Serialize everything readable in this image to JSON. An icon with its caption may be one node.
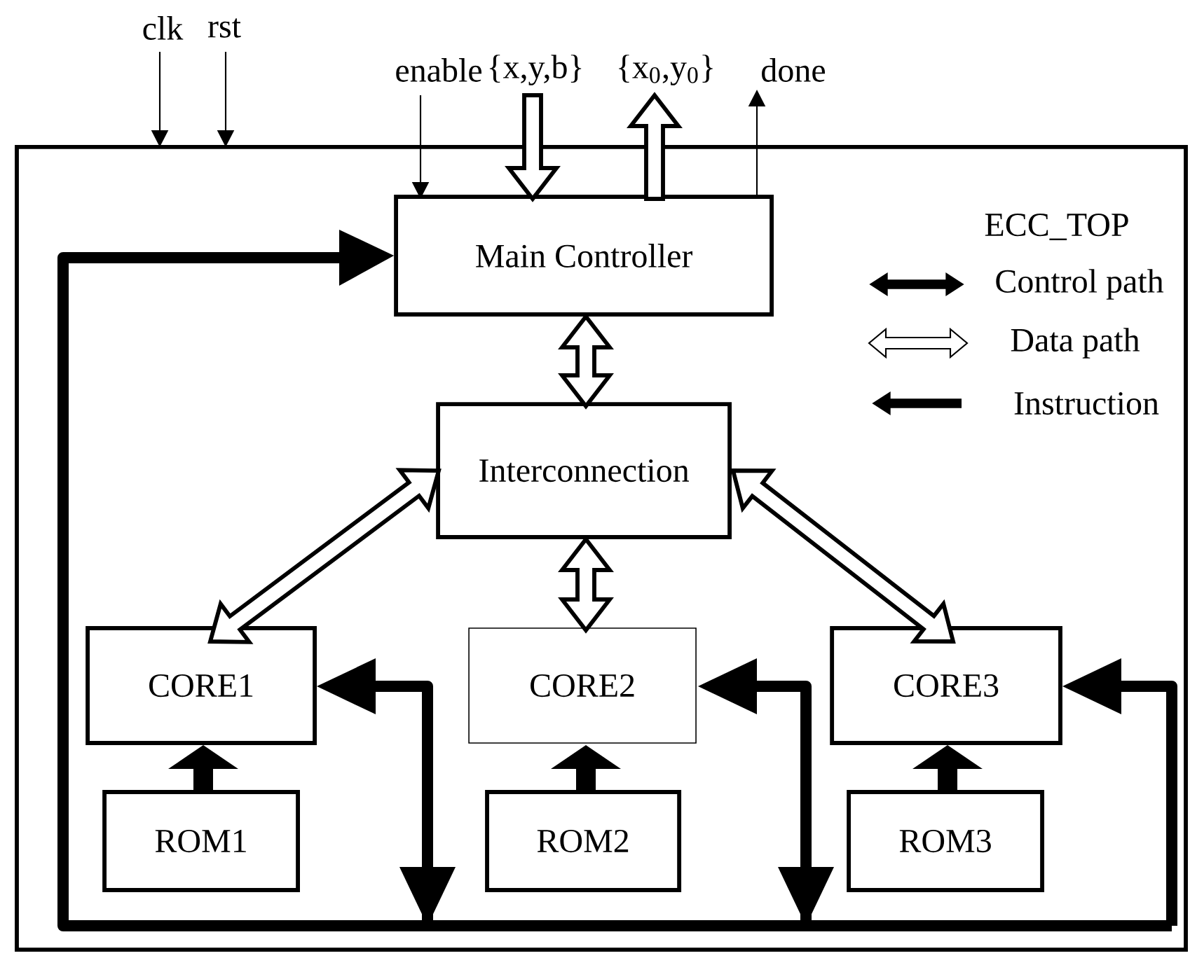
{
  "diagram": {
    "nodes": [
      {
        "text": [
          "ECC_TOP"
        ]
      },
      {
        "text": [
          "Main Controller"
        ],
        "in": 0
      },
      {
        "text": [
          "Interconnection"
        ],
        "in": 0
      },
      {
        "text": [
          "CORE1"
        ],
        "in": 0
      },
      {
        "text": [
          "CORE2"
        ],
        "in": 0
      },
      {
        "text": [
          "CORE3"
        ],
        "in": 0
      },
      {
        "text": [
          "ROM1"
        ],
        "in": 0
      },
      {
        "text": [
          "ROM2"
        ],
        "in": 0
      },
      {
        "text": [
          "ROM3"
        ],
        "in": 0
      },
      {
        "text": [
          "clk"
        ]
      },
      {
        "text": [
          "rst"
        ]
      },
      {
        "text": [
          "enable"
        ]
      },
      {
        "text": [
          "{x,y,b}"
        ]
      },
      {
        "text": [
          "{x$_{0}$,y$_{0}$}"
        ]
      },
      {
        "text": [
          "done"
        ]
      }
    ],
    "edges": [
      {
        "from": 9,
        "to": 0,
        "arrow": "to"
      },
      {
        "from": 10,
        "to": 0,
        "arrow": "to"
      },
      {
        "from": 11,
        "to": 1,
        "arrow": "to"
      },
      {
        "from": 12,
        "to": 1,
        "arrow": "to",
        "style": "thick"
      },
      {
        "from": 1,
        "to": 13,
        "arrow": "to",
        "style": "thick"
      },
      {
        "from": 1,
        "to": 14,
        "arrow": "to"
      },
      {
        "from": 1,
        "to": 2,
        "arrow": "both",
        "style": "thick"
      },
      {
        "from": 2,
        "to": 3,
        "arrow": "both",
        "style": "thick"
      },
      {
        "from": 2,
        "to": 4,
        "arrow": "both",
        "style": "thick"
      },
      {
        "from": 2,
        "to": 5,
        "arrow": "both",
        "style": "thick"
      },
      {
        "from": 6,
        "to": 3,
        "arrow": "to",
        "style": "thick"
      },
      {
        "from": 7,
        "to": 4,
        "arrow": "to",
        "style": "thick"
      },
      {
        "from": 8,
        "to": 5,
        "arrow": "to",
        "style": "thick"
      },
      {
        "from": 3,
        "to": 1,
        "arrow": "both",
        "style": "thick"
      },
      {
        "from": 4,
        "to": 1,
        "arrow": "both",
        "style": "thick"
      },
      {
        "from": 5,
        "to": 1,
        "arrow": "both",
        "style": "thick"
      }
    ],
    "legend": [
      {
        "text": "Control path"
      },
      {
        "text": "Data path"
      },
      {
        "text": "Instruction"
      }
    ]
  }
}
